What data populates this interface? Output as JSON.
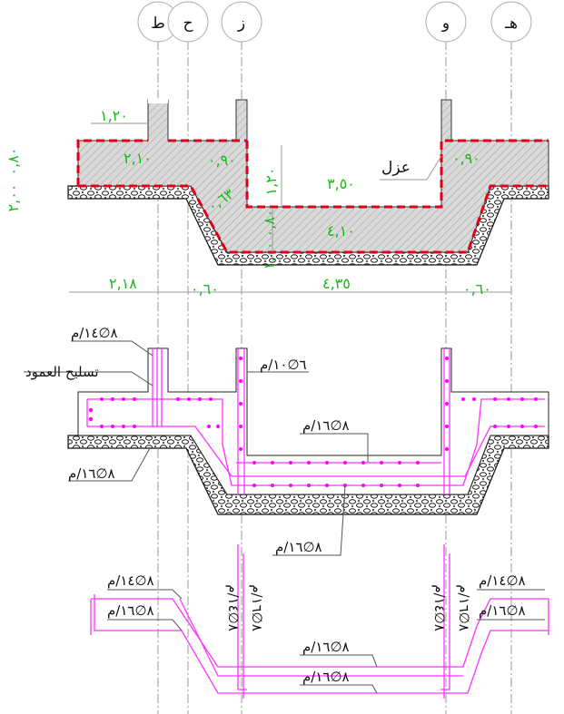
{
  "axes": [
    {
      "id": "t",
      "label": "ط"
    },
    {
      "id": "h",
      "label": "ح"
    },
    {
      "id": "z",
      "label": "ز"
    },
    {
      "id": "w",
      "label": "و"
    },
    {
      "id": "e",
      "label": "هـ"
    }
  ],
  "section1": {
    "isolation_label": "عزل",
    "dims": {
      "d120_top": "١,٢٠",
      "d210": "٢,١٠",
      "d090_left": "٠,٩٠",
      "d090_right": "٠,٩٠",
      "d350": "٣,٥٠",
      "d120_vert": "١,٢٠",
      "d063": "٠,٦٣",
      "d410": "٤,١٠",
      "d080_left": "٠,٨٠",
      "d200_left": "٢,٠٠",
      "d080_mid": "٠,٨٠",
      "d100_mid": "١,٠٠"
    },
    "bottom_dims": {
      "a": "٢,١٨",
      "b": "٠,٦٠",
      "c": "٤,٣٥",
      "d": "٠,٦٠"
    }
  },
  "section2": {
    "labels": {
      "r1": "٨∅١٤/م",
      "column_rebar": "تسليح العمود",
      "r2": "٦∅١٠/م",
      "r3": "٨∅١٦/م",
      "r4": "٨∅١٦/م",
      "r5": "٨∅١٦/م"
    }
  },
  "section3": {
    "labels": {
      "left_top": "٨∅١٤/م",
      "left_bottom": "٨∅١٦/م",
      "right_top": "٨∅١٤/م",
      "right_bottom": "٨∅١٦/م",
      "center_top": "٨∅١٦/م",
      "center_bottom": "٨∅١٦/م",
      "v1": "٨∅١٤/م",
      "v2": "٨∅١٦/م",
      "v3": "٨∅١٤/م",
      "v4": "٨∅١٦/م"
    }
  },
  "colors": {
    "dimension_text": "#19b919",
    "rebar": "#ff33ff",
    "insulation": "#e0001a",
    "concrete": "#d8d8d8",
    "axis_line": "#9a9a9a"
  }
}
